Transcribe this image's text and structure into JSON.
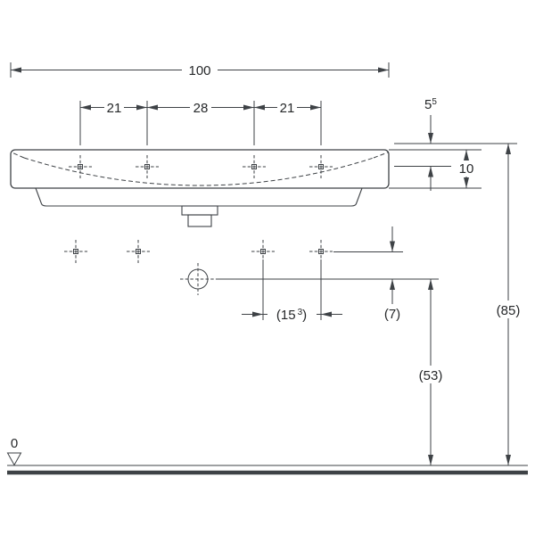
{
  "colors": {
    "line": "#3e4246",
    "text": "#26282a",
    "bg": "#ffffff"
  },
  "labels": {
    "overall_width": "100",
    "tap_spacing_left": "21",
    "tap_spacing_center": "28",
    "tap_spacing_right": "21",
    "rim_to_taphole_main": "5",
    "rim_to_taphole_sup": "5",
    "front_height": "10",
    "fixing_spacing_open": "(15",
    "fixing_spacing_sup": "3",
    "fixing_spacing_close": ")",
    "fixing_to_trap": "(7)",
    "trap_axis_height": "(53)",
    "rim_height": "(85)",
    "datum_level": "0"
  },
  "symbols": {
    "tap_hole": "crosshair-target",
    "fixing_hole": "crosshair-target",
    "trap_center": "circle-crosshair",
    "datum_marker": "inverted-open-triangle"
  }
}
